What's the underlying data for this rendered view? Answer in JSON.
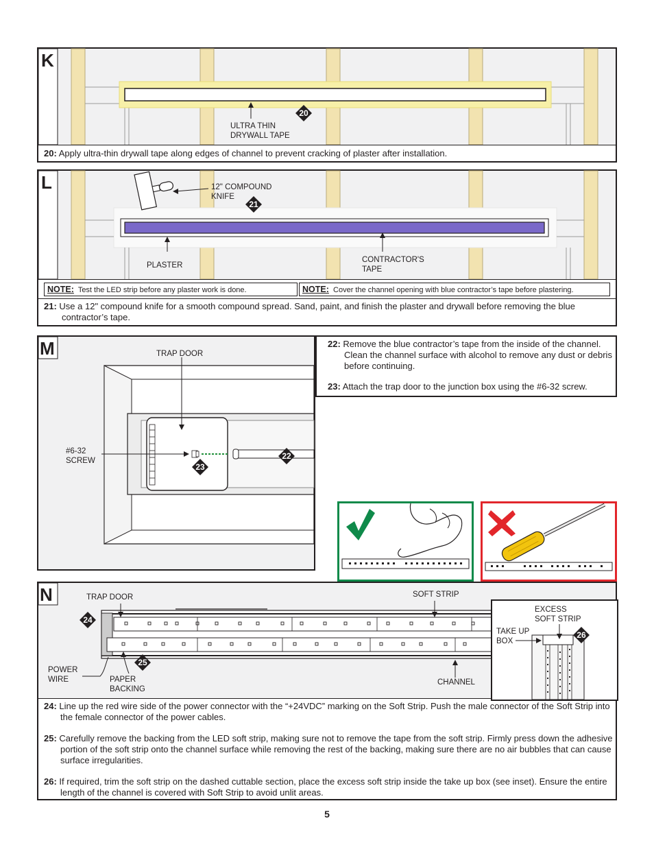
{
  "page_number": "5",
  "sections": {
    "k": {
      "letter": "K",
      "callout_tape": "ULTRA THIN\nDRYWALL TAPE",
      "badge": "20",
      "step": {
        "num": "20:",
        "text": "Apply ultra-thin drywall tape along edges of channel to prevent cracking of plaster after installation."
      }
    },
    "l": {
      "letter": "L",
      "callout_knife": "12\" COMPOUND\nKNIFE",
      "badge": "21",
      "callout_plaster": "PLASTER",
      "callout_tape": "CONTRACTOR'S\nTAPE",
      "note1_label": "NOTE:",
      "note1_text": "Test the LED strip before any plaster work is done.",
      "note2_label": "NOTE:",
      "note2_text": "Cover the channel opening with blue contractor’s tape before plastering.",
      "step": {
        "num": "21:",
        "text": "Use a 12\" compound knife for a smooth compound spread. Sand, paint, and finish the plaster and drywall before removing the blue contractor’s tape."
      }
    },
    "m": {
      "letter": "M",
      "callout_trapdoor": "TRAP DOOR",
      "callout_screw": "#6-32\nSCREW",
      "badge_a": "22",
      "badge_b": "23",
      "step22": {
        "num": "22:",
        "text": "Remove the blue contractor’s tape from the inside of the channel. Clean the channel surface with alcohol to remove any dust or debris before continuing."
      },
      "step23": {
        "num": "23:",
        "text": "Attach the trap door to the junction box using the #6-32 screw."
      }
    },
    "n": {
      "letter": "N",
      "callout_trapdoor": "TRAP DOOR",
      "callout_softstrip": "SOFT STRIP",
      "callout_power": "POWER\nWIRE",
      "callout_paper": "PAPER\nBACKING",
      "callout_channel": "CHANNEL",
      "callout_excess": "EXCESS\nSOFT STRIP",
      "callout_takeup": "TAKE UP\nBOX",
      "badge_a": "24",
      "badge_b": "25",
      "badge_c": "26",
      "step24": {
        "num": "24:",
        "text": "Line up the red wire side of the power connector with the “+24VDC” marking on the Soft Strip. Push the male connector of the Soft Strip into the female connector of the power cables."
      },
      "step25": {
        "num": "25:",
        "text": "Carefully remove the backing from the LED soft strip, making sure not to remove the tape from the soft strip. Firmly press down the adhesive portion of the soft strip onto the channel surface while removing the rest of the backing, making sure there are no air bubbles that can cause surface irregularities."
      },
      "step26": {
        "num": "26:",
        "text": "If required, trim the soft strip on the dashed cuttable section, place the excess soft strip inside the take up box (see inset). Ensure the entire length of the channel is covered with Soft Strip to avoid unlit areas."
      }
    }
  },
  "colors": {
    "stud": "#f2e3b0",
    "tape_yellow": "#f7f0a8",
    "contractor_tape": "#7a69c9",
    "badge": "#231f20",
    "good": "#0f8a4a",
    "bad": "#e2262b",
    "panel_fill": "#f1f1f2"
  },
  "icons": {
    "good": "check-mark-icon",
    "bad": "x-mark-icon"
  }
}
